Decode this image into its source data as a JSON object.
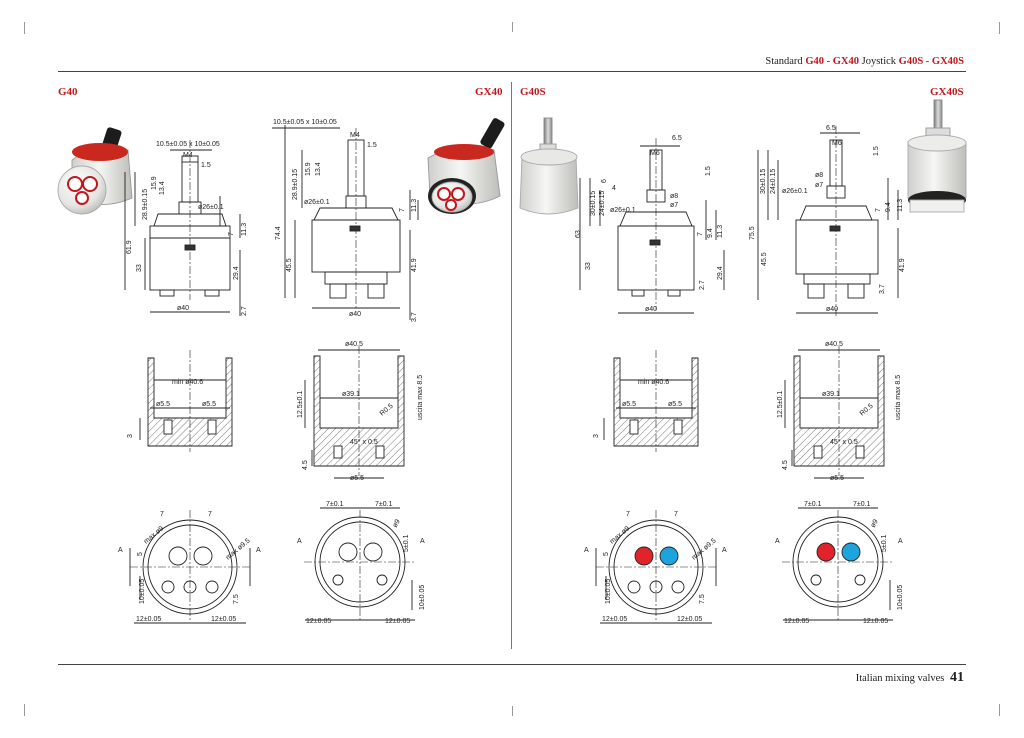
{
  "header": {
    "prefix_1": "Standard",
    "models_1": "G40 - GX40",
    "prefix_2": "Joystick",
    "models_2": "G40S - GX40S"
  },
  "sections": [
    {
      "label": "G40"
    },
    {
      "label": "GX40"
    },
    {
      "label": "G40S"
    },
    {
      "label": "GX40S"
    }
  ],
  "footer": {
    "caption": "Italian mixing valves",
    "page_number": "41"
  },
  "dimensions": {
    "g40": {
      "top_width": "10.5±0.05 x 10±0.05",
      "thread": "M4",
      "step": "1.5",
      "d13": "13.4",
      "d15": "15.9",
      "stem_height": "28.9±0.15",
      "total_height": "61.9",
      "body": "33",
      "diam26": "ø26±0.1",
      "d7": "7",
      "d113": "11.3",
      "base": "29.4",
      "d27": "2.7",
      "diam40": "ø40",
      "min_bore": "min ø40.6",
      "hole_a": "ø5.5",
      "hole_b": "ø5.5",
      "depth": "3"
    },
    "gx40": {
      "top_width": "10.5±0.05 x 10±0.05",
      "thread": "M4",
      "step": "1.5",
      "d15": "15.9",
      "d13": "13.4",
      "stem_height": "28.9±0.15",
      "total_height": "74.4",
      "body": "45.5",
      "diam26": "ø26±0.1",
      "d7": "7",
      "d113": "11.3",
      "d419": "41.9",
      "diam40": "ø40",
      "d37": "3.7",
      "bore": "ø40.5",
      "inner": "ø39.1",
      "radius": "R0.5",
      "outlet": "uscita max 8.5",
      "chamfer": "45° x 0.5",
      "hole": "ø5.5",
      "h125": "12.5±0.1",
      "h45": "4.5"
    },
    "g40s": {
      "top": "6.5",
      "thread": "M6",
      "step": "1.5",
      "d6": "6",
      "d4": "4",
      "d8": "ø8",
      "d7s": "ø7",
      "h30": "30±0.15",
      "h24": "24±0.15",
      "total": "63",
      "body": "33",
      "diam26": "ø26±0.1",
      "d7": "7",
      "d94": "9.4",
      "d113": "11.3",
      "base": "29.4",
      "d27": "2.7",
      "diam40": "ø40",
      "min_bore": "min ø40.6",
      "hole_a": "ø5.5",
      "hole_b": "ø5.5",
      "depth": "3"
    },
    "gx40s": {
      "top": "6.5",
      "thread": "M6",
      "step": "1.5",
      "h30": "30±0.15",
      "h24": "24±0.15",
      "d8": "ø8",
      "d7s": "ø7",
      "total": "75.5",
      "body": "45.5",
      "diam26": "ø26±0.1",
      "d7": "7",
      "d94": "9.4",
      "d113": "11.3",
      "d419": "41.9",
      "d37": "3.7",
      "diam40": "ø40",
      "bore": "ø40.5",
      "inner": "ø39.1",
      "radius": "R0.5",
      "outlet": "uscita max 8.5",
      "chamfer": "45° x 0.5",
      "hole": "ø5.5",
      "h125": "12.5±0.1",
      "h45": "4.5"
    },
    "plan": {
      "p7": "7",
      "max9": "max ø9",
      "max95": "max ø9.5",
      "p5": "5",
      "p10": "10±0.05",
      "p12a": "12±0.05",
      "p12b": "12±0.05",
      "p75": "7.5",
      "p7x": "7±0.1",
      "p9": "ø9",
      "p5x": "5±0.1",
      "section_mark": "A"
    }
  },
  "colors": {
    "brand_red": "#c3161c",
    "hot": "#e3232b",
    "cold": "#1ea4dc",
    "line": "#222222"
  }
}
